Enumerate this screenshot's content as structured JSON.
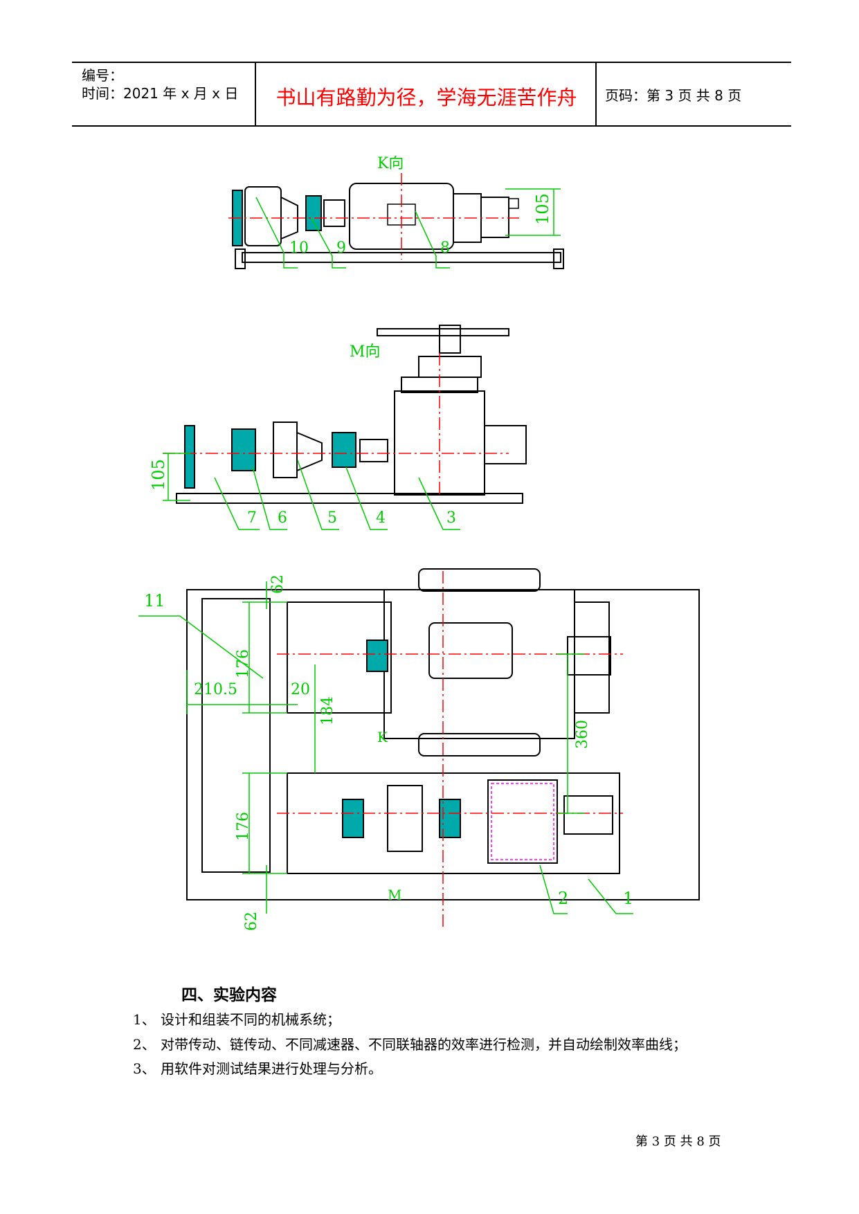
{
  "header": {
    "serial_label": "编号：",
    "time_label": "时间：2021 年 x 月 x 日",
    "motto": "书山有路勤为径，学海无涯苦作舟",
    "page_label": "页码：第 3 页  共 8 页"
  },
  "drawing": {
    "view_k_title": "K向",
    "view_m_title": "M向",
    "top_view_labels": [
      "10",
      "9",
      "8"
    ],
    "top_dim": "105",
    "mid_view_labels": [
      "7",
      "6",
      "5",
      "4",
      "3"
    ],
    "mid_dim": "105",
    "plan_labels": [
      "11",
      "2",
      "1"
    ],
    "plan_dims": [
      "62",
      "176",
      "210.5",
      "20",
      "184",
      "360",
      "176",
      "62"
    ],
    "plan_markers": [
      "K",
      "M"
    ]
  },
  "section": {
    "title": "四、实验内容",
    "items": [
      {
        "num": "1、",
        "text": "设计和组装不同的机械系统；"
      },
      {
        "num": "2、",
        "text": "对带传动、链传动、不同减速器、不同联轴器的效率进行检测，并自动绘制效率曲线；"
      },
      {
        "num": "3、",
        "text": "用软件对测试结果进行处理与分析。"
      }
    ]
  },
  "footer": {
    "page_text": "第 3 页 共 8 页"
  },
  "colors": {
    "annotation": "#00cc00",
    "centerline": "#ff0000",
    "coupling": "#00aaaa",
    "motto": "#ff0000"
  }
}
